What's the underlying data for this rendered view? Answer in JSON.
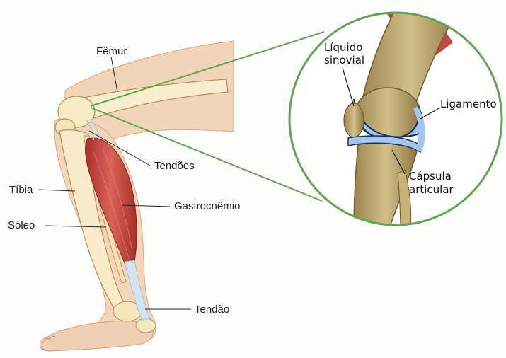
{
  "labels": {
    "femur": "Fêmur",
    "tendons": "Tendões",
    "tibia": "Tíbia",
    "gastrocnemius": "Gastrocnêmio",
    "soleus": "Sóleo",
    "tendon": "Tendão",
    "synovial_fluid_1": "Líquido",
    "synovial_fluid_2": "sinovial",
    "ligament": "Ligamento",
    "capsule_1": "Cápsula",
    "capsule_2": "articular"
  },
  "colors": {
    "skin": "#f3d5b8",
    "skin_shadow": "#d9a98a",
    "bone": "#f7ecc6",
    "bone_outline": "#b98f5c",
    "muscle": "#c8473f",
    "muscle_dark": "#9d2a27",
    "tendon": "#cfe0ee",
    "zoom_circle": "#5fa653",
    "zoom_bone": "#b8a36a",
    "synovial": "#9fc4e8",
    "label_line": "#222222"
  }
}
